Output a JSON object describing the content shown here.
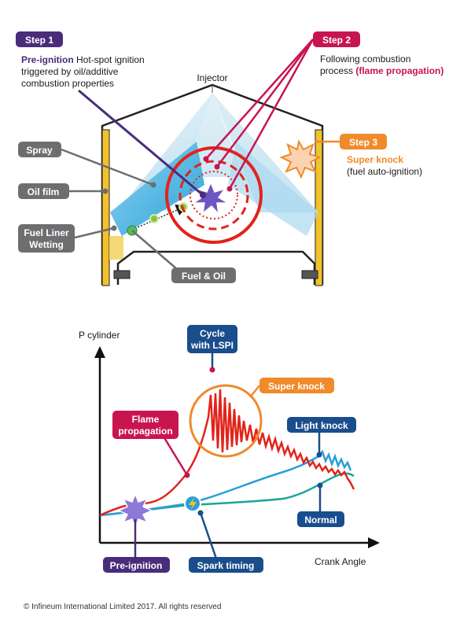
{
  "engine": {
    "injector_label": "Injector",
    "step1": {
      "badge": "Step 1",
      "highlight": "Pre-ignition",
      "desc_line1": "Hot-spot ignition",
      "desc_line2": "triggered by oil/additive",
      "desc_line3": "combustion properties"
    },
    "step2": {
      "badge": "Step 2",
      "desc_line1": "Following combustion",
      "desc_prefix": "process ",
      "highlight": "(flame propagation)"
    },
    "step3": {
      "badge": "Step 3",
      "highlight": "Super knock",
      "desc": "(fuel auto-ignition)"
    },
    "labels": {
      "spray": "Spray",
      "oil_film": "Oil film",
      "fuel_liner_line1": "Fuel Liner",
      "fuel_liner_line2": "Wetting",
      "fuel_oil": "Fuel & Oil"
    }
  },
  "pressure_chart": {
    "y_axis_label": "P cylinder",
    "x_axis_label": "Crank Angle",
    "callouts": {
      "cycle_lspi_line1": "Cycle",
      "cycle_lspi_line2": "with LSPI",
      "super_knock": "Super knock",
      "flame_line1": "Flame",
      "flame_line2": "propagation",
      "light_knock": "Light knock",
      "normal": "Normal",
      "pre_ignition": "Pre-ignition",
      "spark_timing": "Spark timing"
    }
  },
  "colors": {
    "step1": "#4a2c7a",
    "step2": "#c8154f",
    "step3": "#f08a2a",
    "label_gray": "#6d6e70",
    "chart_blue": "#1a4d8c",
    "lspi_red": "#e2231a",
    "light_knock_blue": "#2a9fd8",
    "normal_teal": "#1aa59a"
  },
  "copyright": "© Infineum International Limited 2017. All rights reserved"
}
